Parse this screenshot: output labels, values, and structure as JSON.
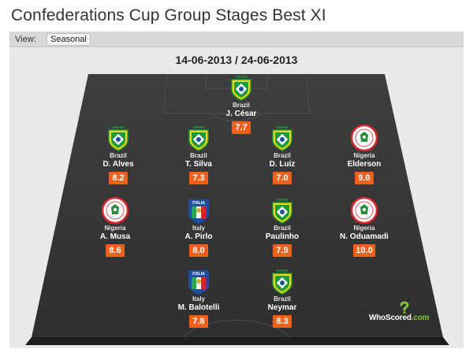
{
  "page": {
    "title": "Confederations Cup Group Stages Best XI"
  },
  "view": {
    "label": "View:",
    "selected": "Seasonal"
  },
  "date_range": "14-06-2013 / 24-06-2013",
  "players": [
    {
      "country": "Brazil",
      "name": "J. César",
      "rating": "7.7",
      "badge": "brazil-badge-icon"
    },
    {
      "country": "Brazil",
      "name": "D. Alves",
      "rating": "8.2",
      "badge": "brazil-badge-icon"
    },
    {
      "country": "Brazil",
      "name": "T. Silva",
      "rating": "7.3",
      "badge": "brazil-badge-icon"
    },
    {
      "country": "Brazil",
      "name": "D. Luiz",
      "rating": "7.0",
      "badge": "brazil-badge-icon"
    },
    {
      "country": "Nigeria",
      "name": "Elderson",
      "rating": "9.0",
      "badge": "nigeria-badge-icon"
    },
    {
      "country": "Nigeria",
      "name": "A. Musa",
      "rating": "8.6",
      "badge": "nigeria-badge-icon"
    },
    {
      "country": "Italy",
      "name": "A. Pirlo",
      "rating": "8.0",
      "badge": "italy-badge-icon"
    },
    {
      "country": "Brazil",
      "name": "Paulinho",
      "rating": "7.9",
      "badge": "brazil-badge-icon"
    },
    {
      "country": "Nigeria",
      "name": "N. Oduamadi",
      "rating": "10.0",
      "badge": "nigeria-badge-icon"
    },
    {
      "country": "Italy",
      "name": "M. Balotelli",
      "rating": "7.8",
      "badge": "italy-badge-icon"
    },
    {
      "country": "Brazil",
      "name": "Neymar",
      "rating": "8.3",
      "badge": "brazil-badge-icon"
    }
  ],
  "badge_text": {
    "italy": "ITALIA"
  },
  "brand": {
    "text": "WhoScored",
    "suffix": ".com"
  },
  "colors": {
    "accent": "#f2601c",
    "pitch": "#3a3a3a",
    "brazil_green": "#1f9a3c",
    "brazil_yellow": "#f5d90a",
    "italy_blue": "#1c4fa0",
    "nigeria_red": "#d8262c",
    "nigeria_green": "#2f8a3c"
  }
}
